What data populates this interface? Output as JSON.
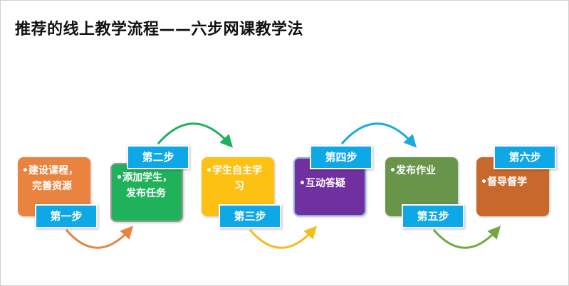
{
  "title": "推荐的线上教学流程——六步网课教学法",
  "steps": [
    {
      "label": "第一步",
      "line1": "•建设课程，",
      "line2": "完善资源",
      "color": "#e9833f"
    },
    {
      "label": "第二步",
      "line1": "•添加学生，",
      "line2": "发布任务",
      "color": "#1fb25a"
    },
    {
      "label": "第三步",
      "line1": "•学生自主学",
      "line2": "习",
      "color": "#fdc114"
    },
    {
      "label": "第四步",
      "line1": "•互动答疑",
      "line2": "",
      "color": "#7030a0"
    },
    {
      "label": "第五步",
      "line1": "•发布作业",
      "line2": "",
      "color": "#68954a"
    },
    {
      "label": "第六步",
      "line1": "•督导督学",
      "line2": "",
      "color": "#c8682a"
    }
  ],
  "arrow_colors": [
    "#e9833f",
    "#1fb25a",
    "#f2be1c",
    "#1aa9e0",
    "#72a83f"
  ]
}
